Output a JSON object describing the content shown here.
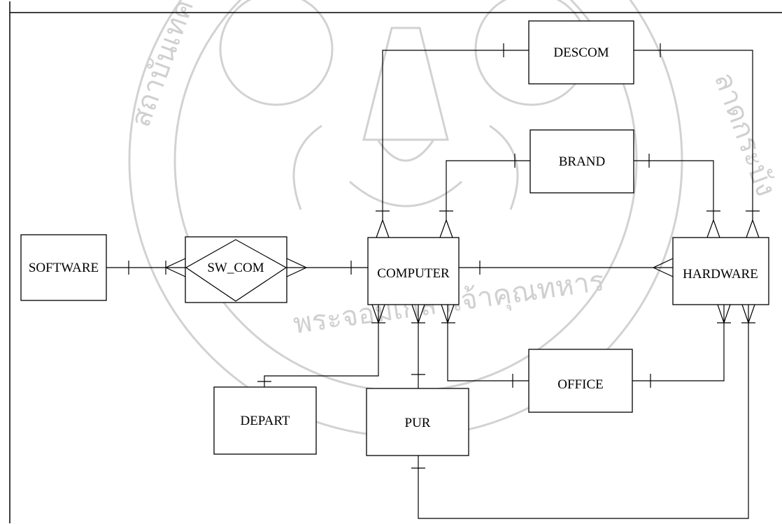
{
  "diagram": {
    "entities": {
      "descom": "DESCOM",
      "brand": "BRAND",
      "software": "SOFTWARE",
      "sw_com": "SW_COM",
      "computer": "COMPUTER",
      "hardware": "HARDWARE",
      "depart": "DEPART",
      "pur": "PUR",
      "office": "OFFICE"
    }
  },
  "watermark": {
    "seal_text_left": "สถาบันเทคโนโลยี",
    "seal_text_bottom": "พระจอมเกล้าเจ้าคุณทหาร",
    "seal_text_right": "ลาดกระบัง"
  }
}
